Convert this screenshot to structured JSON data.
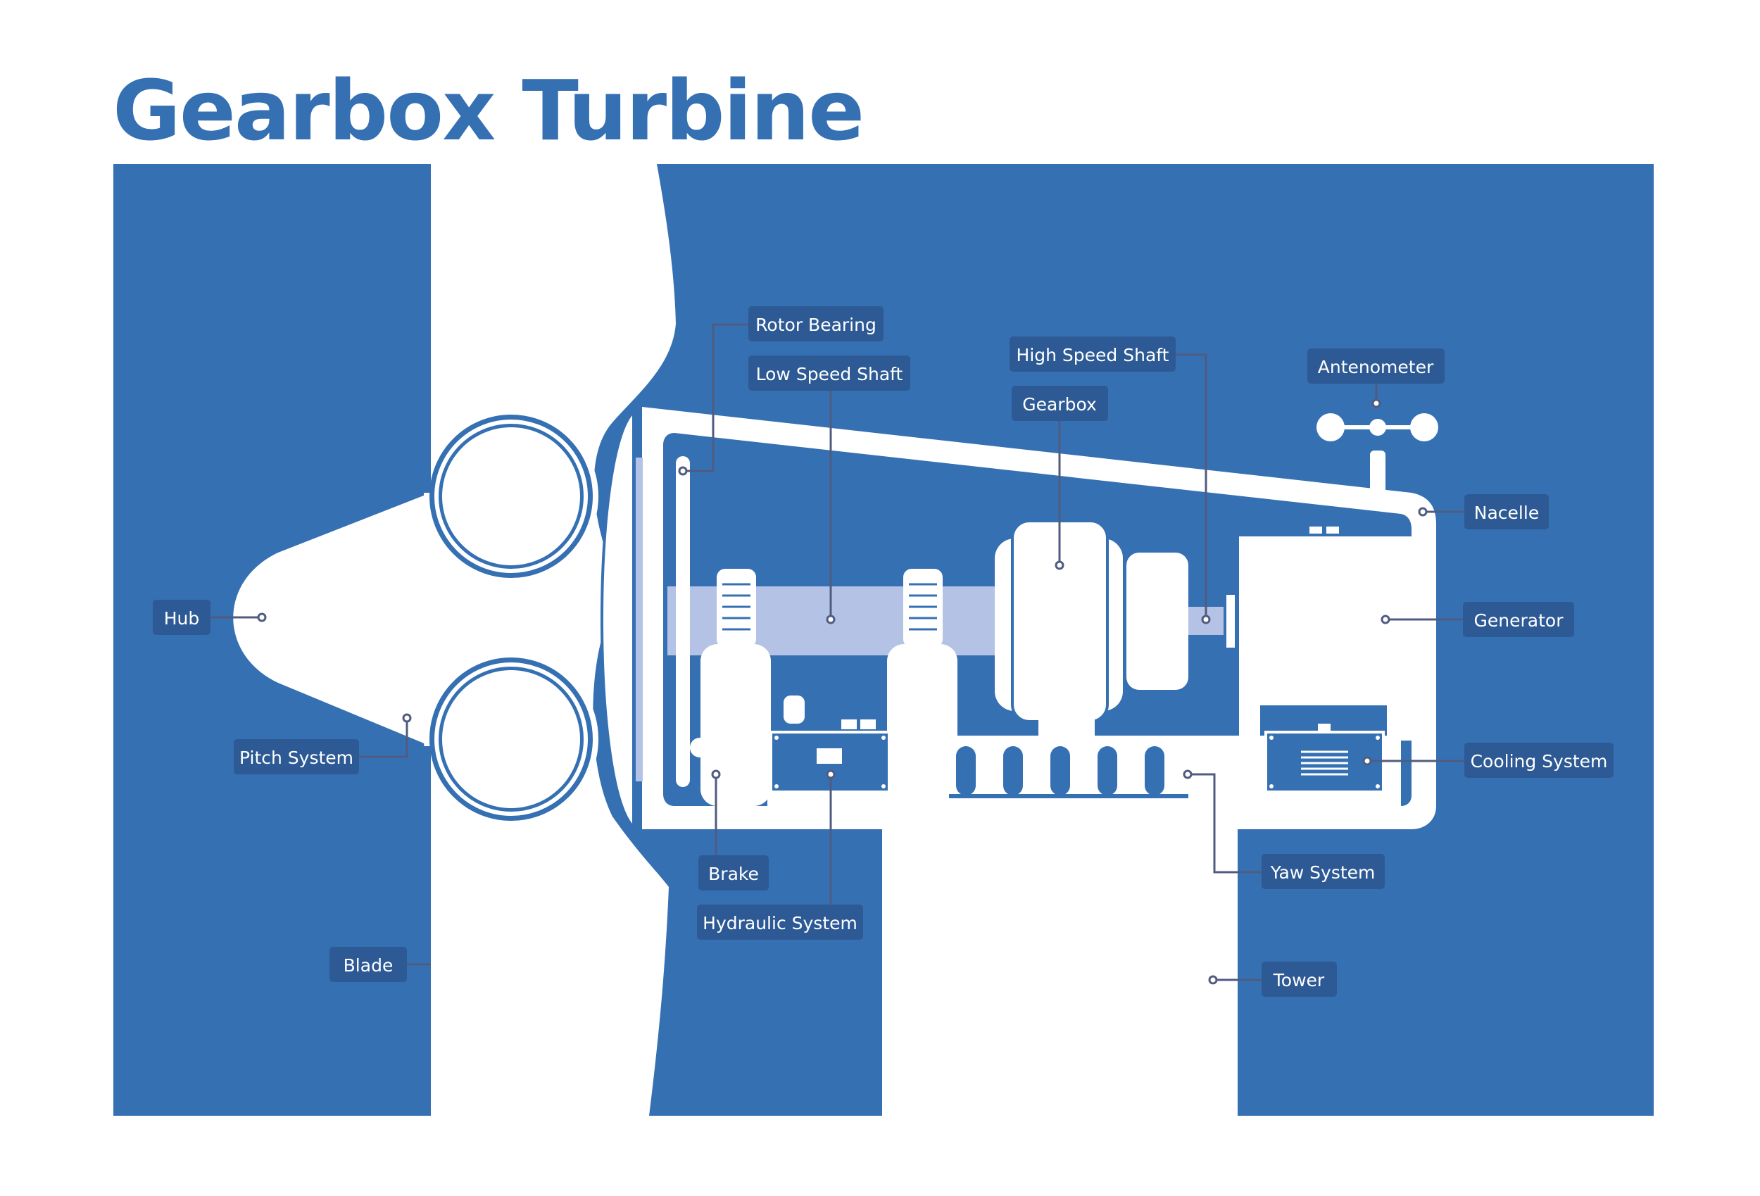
{
  "title": "Gearbox Turbine",
  "colors": {
    "sky": "#3570b3",
    "label_bg": "#2d5a94",
    "shaft": "#b4c2e6",
    "leader": "#505b80",
    "white": "#ffffff"
  },
  "labels": {
    "rotor_bearing": "Rotor Bearing",
    "low_speed_shaft": "Low Speed Shaft",
    "high_speed_shaft": "High Speed Shaft",
    "gearbox": "Gearbox",
    "antenometer": "Antenometer",
    "nacelle": "Nacelle",
    "generator": "Generator",
    "cooling_system": "Cooling System",
    "yaw_system": "Yaw System",
    "tower": "Tower",
    "hub": "Hub",
    "pitch_system": "Pitch System",
    "brake": "Brake",
    "hydraulic_system": "Hydraulic System",
    "blade": "Blade"
  }
}
